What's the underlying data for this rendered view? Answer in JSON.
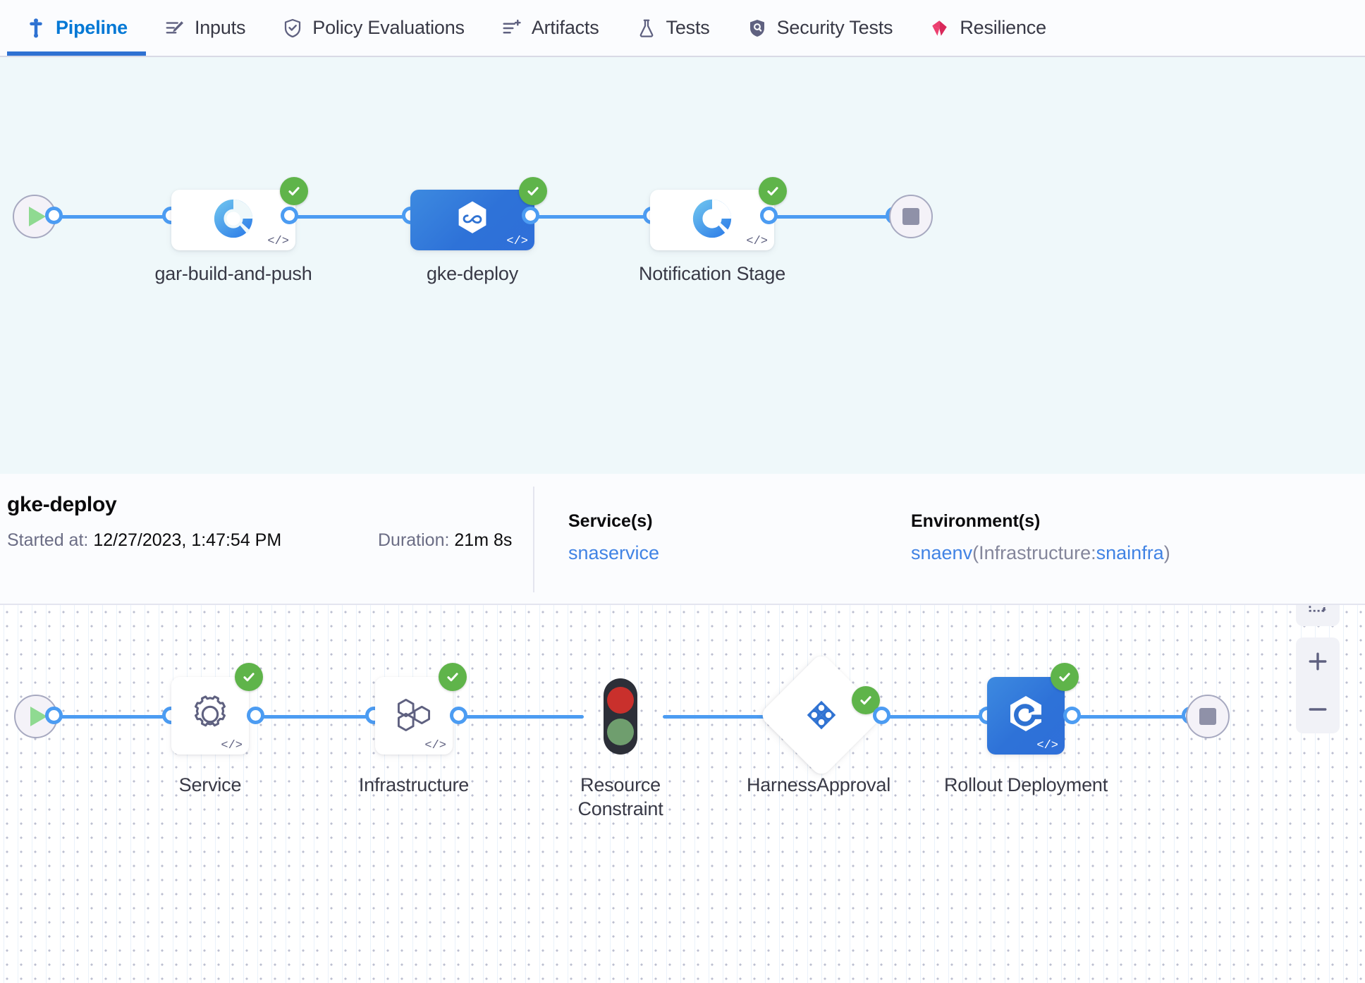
{
  "tabs": [
    {
      "label": "Pipeline",
      "icon": "pipeline-icon",
      "active": true
    },
    {
      "label": "Inputs",
      "icon": "inputs-icon",
      "active": false
    },
    {
      "label": "Policy Evaluations",
      "icon": "policy-shield-icon",
      "active": false
    },
    {
      "label": "Artifacts",
      "icon": "artifacts-icon",
      "active": false
    },
    {
      "label": "Tests",
      "icon": "flask-icon",
      "active": false
    },
    {
      "label": "Security Tests",
      "icon": "security-shield-icon",
      "active": false
    },
    {
      "label": "Resilience",
      "icon": "resilience-icon",
      "active": false
    }
  ],
  "pipeline_graph": {
    "start_icon": "play-icon",
    "end_icon": "stop-icon",
    "nodes": [
      {
        "label": "gar-build-and-push",
        "icon": "harness-ci-build-icon",
        "status": "success",
        "selected": false
      },
      {
        "label": "gke-deploy",
        "icon": "harness-cd-infinity-icon",
        "status": "success",
        "selected": true
      },
      {
        "label": "Notification Stage",
        "icon": "harness-ci-build-icon",
        "status": "success",
        "selected": false
      }
    ]
  },
  "stage_info": {
    "title": "gke-deploy",
    "started_label": "Started at:",
    "started_value": "12/27/2023, 1:47:54 PM",
    "duration_label": "Duration:",
    "duration_value": "21m 8s",
    "services_label": "Service(s)",
    "service_value": "snaservice",
    "environments_label": "Environment(s)",
    "environment_name": "snaenv",
    "environment_infra_prefix": "(Infrastructure:",
    "environment_infra_name": "snainfra",
    "environment_suffix": ")",
    "link_color": "#4183e4"
  },
  "stage_graph": {
    "start_icon": "play-icon",
    "end_icon": "stop-icon",
    "nodes": [
      {
        "label": "Service",
        "icon": "gear-icon",
        "status": "success",
        "shape": "rect"
      },
      {
        "label": "Infrastructure",
        "icon": "hexagons-icon",
        "status": "success",
        "shape": "rect"
      },
      {
        "label": "Resource Constraint",
        "icon": "traffic-light-icon",
        "status": "none",
        "shape": "bare"
      },
      {
        "label": "HarnessApproval",
        "icon": "harness-approval-icon",
        "status": "success",
        "shape": "diamond"
      },
      {
        "label": "Rollout Deployment",
        "icon": "rollout-deployment-icon",
        "status": "success",
        "shape": "rect-blue"
      }
    ],
    "controls": [
      {
        "name": "fit-to-screen-button",
        "icon": "expand-icon"
      },
      {
        "name": "zoom-to-selection-button",
        "icon": "marquee-select-icon"
      },
      {
        "name": "zoom-in-button",
        "icon": "plus-icon"
      },
      {
        "name": "zoom-out-button",
        "icon": "minus-icon"
      }
    ]
  },
  "colors": {
    "accent_blue": "#2f72d2",
    "edge_blue": "#4c9cf2",
    "success_green": "#5fb44a",
    "canvas_top_bg": "#eff8fa",
    "resilience_pink": "#ec3f6f"
  }
}
